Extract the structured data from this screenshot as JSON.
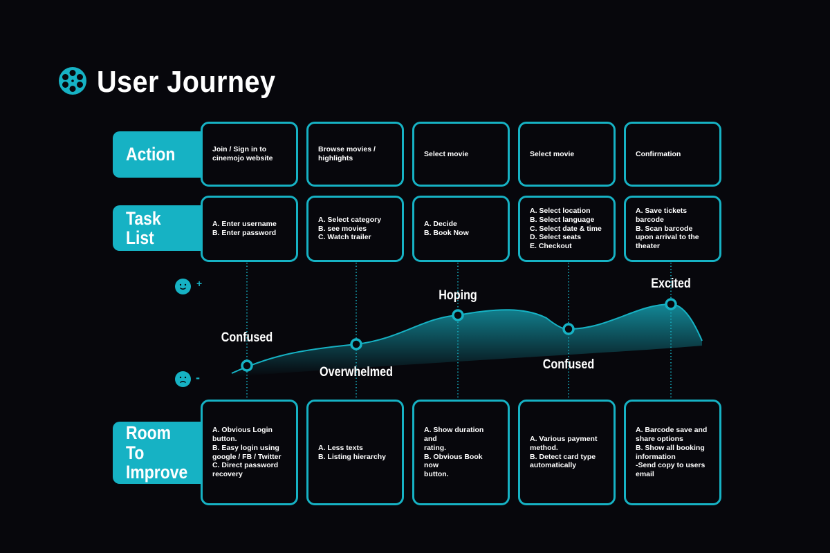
{
  "title": "User Journey",
  "colors": {
    "accent": "#16b2c4",
    "background": "#07070c"
  },
  "rows": {
    "action": "Action",
    "tasks": "Task List",
    "improve": "Room To\nImprove"
  },
  "scale": {
    "positive": "+",
    "negative": "-"
  },
  "stages": [
    {
      "action": "Join / Sign in to\ncinemojo website",
      "tasks": "A. Enter username\nB. Enter password",
      "emotion": "Confused",
      "level": 0.15,
      "improve": "A. Obvious Login\nbutton.\nB. Easy login using\ngoogle / FB / Twitter\nC. Direct password\nrecovery"
    },
    {
      "action": "Browse movies /\nhighlights",
      "tasks": "A. Select category\nB. see movies\nC. Watch trailer",
      "emotion": "Overwhelmed",
      "level": 0.35,
      "improve": "A. Less texts\nB. Listing hierarchy"
    },
    {
      "action": "Select movie",
      "tasks": "A. Decide\nB. Book Now",
      "emotion": "Hoping",
      "level": 0.62,
      "improve": "A. Show duration and\nrating.\nB. Obvious Book now\nbutton."
    },
    {
      "action": "Select movie",
      "tasks": "A. Select location\nB. Select language\nC. Select date & time\nD. Select seats\nE. Checkout",
      "emotion": "Confused",
      "level": 0.5,
      "improve": "A. Various payment\nmethod.\nB. Detect card type\nautomatically"
    },
    {
      "action": "Confirmation",
      "tasks": "A. Save tickets\nbarcode\nB. Scan barcode\nupon arrival to the\ntheater",
      "emotion": "Excited",
      "level": 0.72,
      "improve": "A. Barcode save and\nshare options\nB. Show all booking\ninformation\n-Send copy to users\nemail"
    }
  ]
}
